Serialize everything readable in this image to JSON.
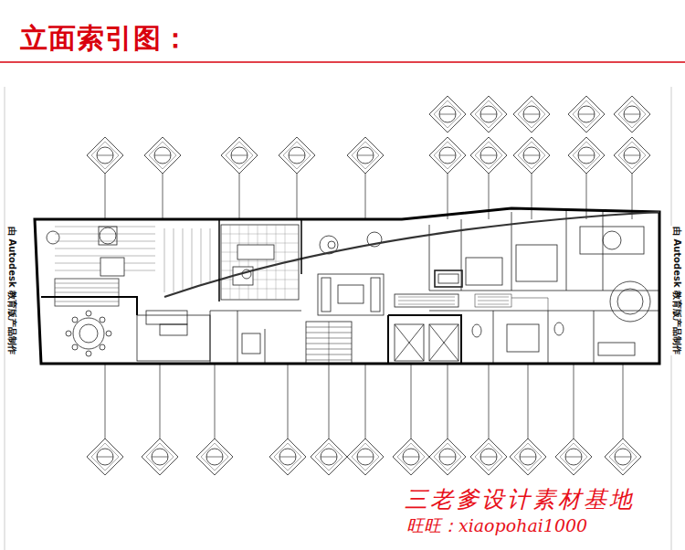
{
  "diagram": {
    "title": "立面索引图：",
    "labels": [
      "由 Autodesk 教育版产品制作",
      "由 Autodesk 教育版产品制作",
      "三老爹设计素材基地",
      "旺旺：xiaopohai1000"
    ]
  }
}
